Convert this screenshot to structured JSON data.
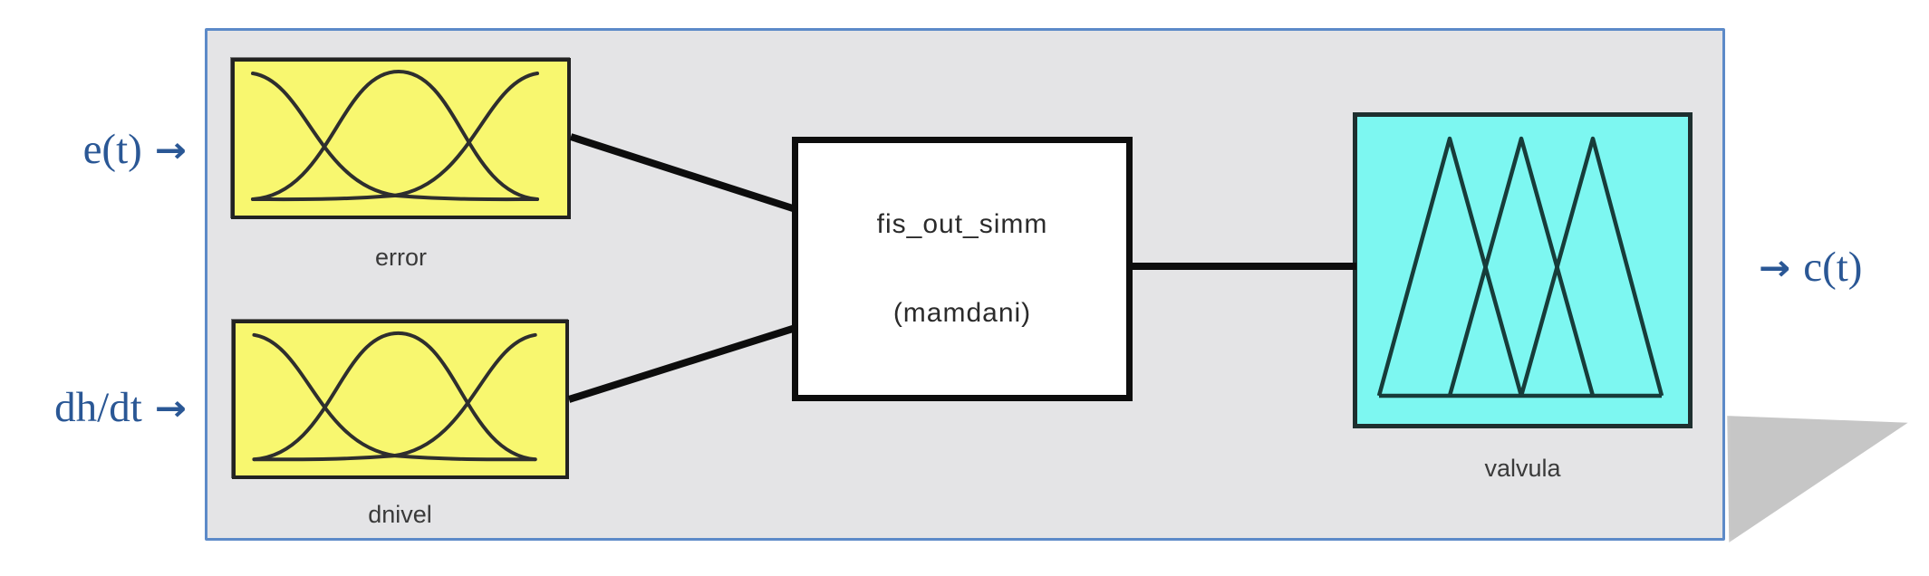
{
  "diagram": {
    "kind": "fuzzy-inference-system-block-diagram",
    "fis_block": {
      "name": "fis_out_simm",
      "type_label": "(mamdani)"
    },
    "inputs": [
      {
        "signal": "e(t)",
        "arrow": "→",
        "block_label": "error",
        "mf_shape": "3 gaussian membership functions"
      },
      {
        "signal": "dh/dt",
        "arrow": "→",
        "block_label": "dnivel",
        "mf_shape": "3 gaussian membership functions"
      }
    ],
    "output": {
      "signal": "c(t)",
      "arrow": "→",
      "block_label": "valvula",
      "mf_shape": "3 triangular membership functions"
    },
    "colors": {
      "panel_bg": "#e4e4e6",
      "panel_border": "#5c8ac8",
      "input_block_bg": "#f8f76f",
      "output_block_bg": "#7df7f1",
      "fis_block_bg": "#ffffff",
      "block_border": "#1a1a1a",
      "connector": "#0d0d0d",
      "signal_text": "#2a5795",
      "caption_text": "#3a3a3a",
      "shadow": "#c3c3c3"
    },
    "geometry": {
      "input_mf_paths": [
        "M 20 13 C 78 22 92 136 178 148 C 242 153 292 152 334 152",
        "M 20 152 C 106 146 116 11 181 11 C 246 11 256 146 334 152",
        "M 20 152 C 62 152 112 153 176 148 C 262 136 276 22 334 13"
      ],
      "output_mf_paths": [
        "M 24 308 L 336 308",
        "M 24 308 L 102 24 L 181 308",
        "M 102 308 L 181 24 L 260 308",
        "M 181 308 L 260 24 L 336 308"
      ],
      "connector_paths": [
        "M 630 151 L 878 231",
        "M 628 441 L 878 362",
        "M 1246 294 L 1497 294"
      ]
    }
  }
}
